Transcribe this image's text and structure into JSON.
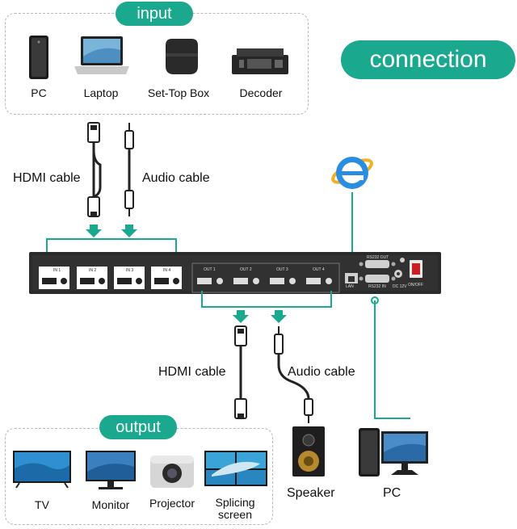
{
  "input": {
    "title": "input",
    "devices": [
      {
        "label": "PC",
        "icon": "pc-tower-icon"
      },
      {
        "label": "Laptop",
        "icon": "laptop-icon"
      },
      {
        "label": "Set-Top Box",
        "icon": "set-top-box-icon"
      },
      {
        "label": "Decoder",
        "icon": "decoder-icon"
      }
    ]
  },
  "connection_badge": "connection",
  "input_cables": {
    "hdmi": "HDMI cable",
    "audio": "Audio cable"
  },
  "device": {
    "inputs": [
      "IN 1",
      "IN 2",
      "IN 3",
      "IN 4"
    ],
    "outputs": [
      "OUT 1",
      "OUT 2",
      "OUT 3",
      "OUT 4"
    ],
    "lan": "LAN",
    "rs232_out": "RS232 OUT",
    "rs232_in": "RS232 IN",
    "dc": "DC 12V",
    "power": "ON/OFF"
  },
  "output_cables": {
    "hdmi": "HDMI cable",
    "audio": "Audio cable"
  },
  "output": {
    "title": "output",
    "devices": [
      {
        "label": "TV",
        "icon": "tv-icon"
      },
      {
        "label": "Monitor",
        "icon": "monitor-icon"
      },
      {
        "label": "Projector",
        "icon": "projector-icon"
      },
      {
        "label": "Splicing\nscreen",
        "icon": "splicing-screen-icon"
      }
    ]
  },
  "speaker_label": "Speaker",
  "pc_label": "PC",
  "colors": {
    "accent": "#1aa88e",
    "device_body": "#2b2b2b",
    "dash": "#b8b8b8"
  }
}
